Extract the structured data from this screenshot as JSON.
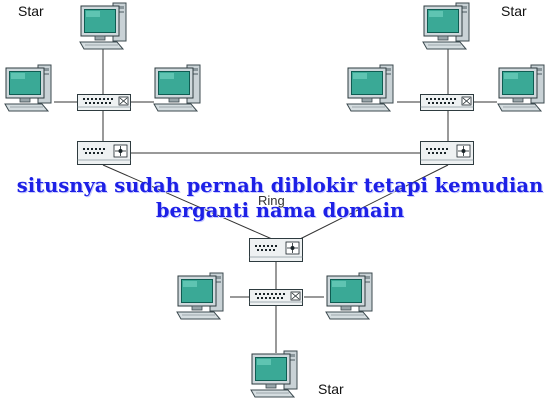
{
  "labels": {
    "star_top_left": "Star",
    "star_top_right": "Star",
    "star_bottom": "Star",
    "ring": "Ring"
  },
  "overlay_text": {
    "line1": "situsnya sudah pernah diblokir tetapi kemudian",
    "line2": "berganti nama domain"
  },
  "colors": {
    "monitor_screen": "#3aa996",
    "monitor_frame": "#0f5c52",
    "overlay_text": "#1d20e6",
    "line": "#333333"
  },
  "icons": {
    "computer": "desktop-computer-icon",
    "hub": "hub-icon",
    "switch": "ring-switch-icon"
  }
}
